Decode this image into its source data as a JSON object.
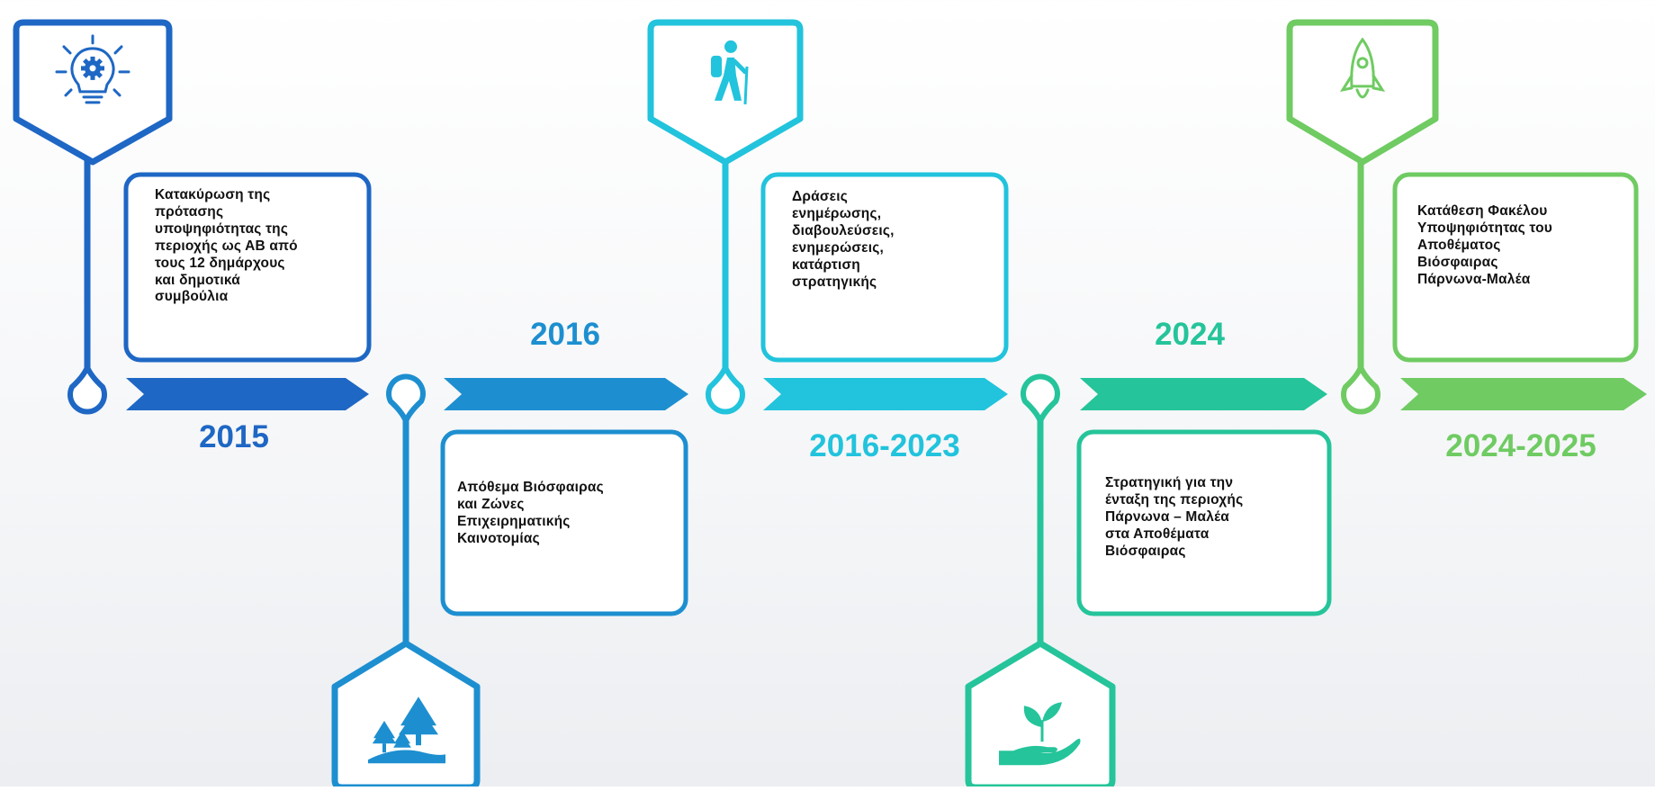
{
  "colors": {
    "m2015": "#1e67c4",
    "m2016": "#1d8fd0",
    "m2016_2023": "#22c3dc",
    "m2024": "#25c49a",
    "m2024_2025": "#6fcb62"
  },
  "milestones": [
    {
      "year": "2015",
      "text": [
        "Κατακύρωση της",
        "πρότασης",
        "υποψηφιότητας της",
        "περιοχής ως ΑΒ από",
        "τους 12 δημάρχους",
        "και δημοτικά",
        "συμβούλια"
      ],
      "icon": "lightbulb-gear-icon"
    },
    {
      "year": "2016",
      "text": [
        "Απόθεμα Βιόσφαιρας",
        "και Ζώνες",
        "Επιχειρηματικής",
        "Καινοτομίας"
      ],
      "icon": "forest-trees-icon"
    },
    {
      "year": "2016-2023",
      "text": [
        "Δράσεις",
        "ενημέρωσης,",
        "διαβουλεύσεις,",
        "ενημερώσεις,",
        "κατάρτιση",
        "στρατηγικής"
      ],
      "icon": "hiker-icon"
    },
    {
      "year": "2024",
      "text": [
        "Στρατηγική για την",
        "ένταξη της περιοχής",
        "Πάρνωνα – Μαλέα",
        "στα Αποθέματα",
        "Βιόσφαιρας"
      ],
      "icon": "plant-in-hand-icon"
    },
    {
      "year": "2024-2025",
      "text": [
        "Κατάθεση Φακέλου",
        "Υποψηφιότητας του",
        "Αποθέματος",
        "Βιόσφαιρας",
        "Πάρνωνα-Μαλέα"
      ],
      "icon": "rocket-icon"
    }
  ]
}
